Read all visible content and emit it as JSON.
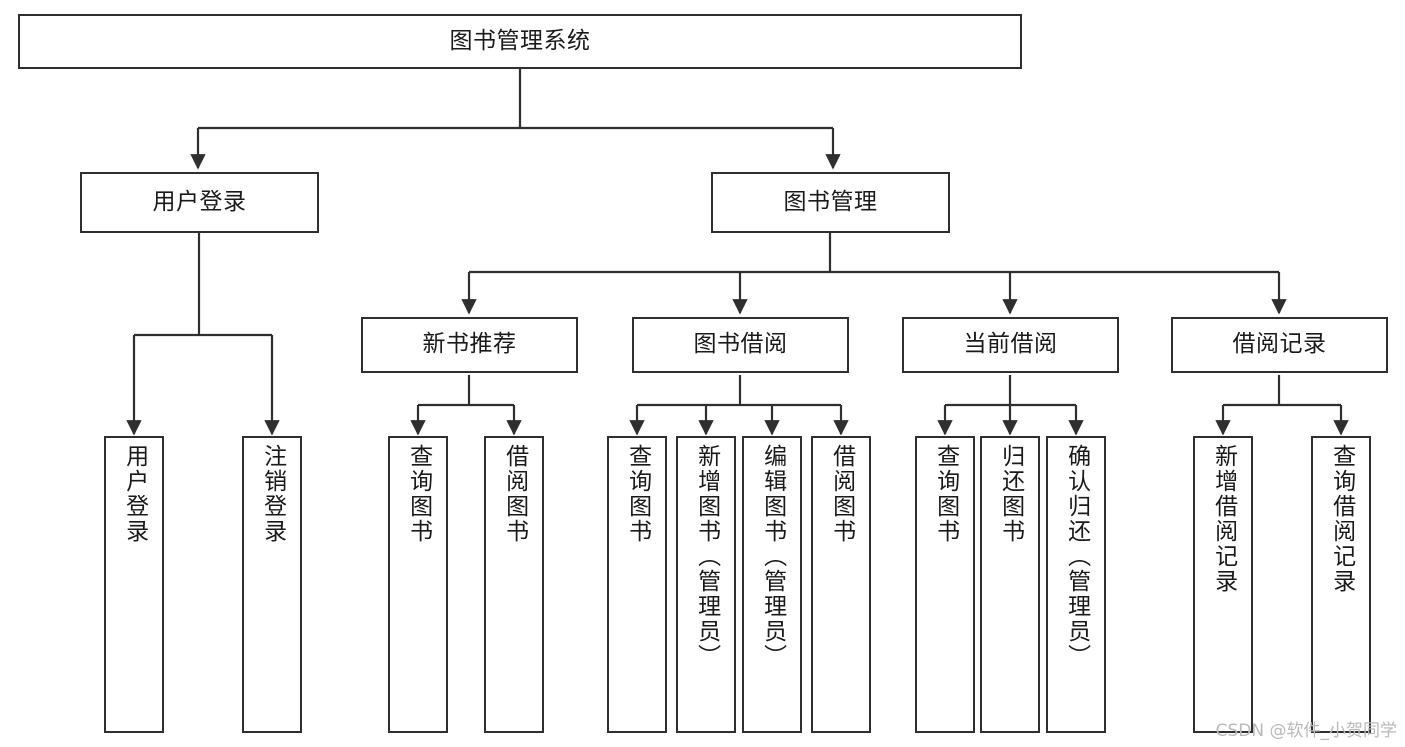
{
  "diagram": {
    "type": "tree-hierarchy-diagram",
    "title": "图书管理系统",
    "colors": {
      "stroke": "#2f2f2f",
      "fill": "#ffffff",
      "text": "#1a1a1a",
      "watermark": "#b9b9b9"
    },
    "root": {
      "label": "图书管理系统"
    },
    "level2": [
      {
        "label": "用户登录"
      },
      {
        "label": "图书管理"
      }
    ],
    "level3": [
      {
        "label": "新书推荐"
      },
      {
        "label": "图书借阅"
      },
      {
        "label": "当前借阅"
      },
      {
        "label": "借阅记录"
      }
    ],
    "leaves": {
      "user_login": [
        {
          "label": "用户登录"
        },
        {
          "label": "注销登录"
        }
      ],
      "new_book_recommend": [
        {
          "label": "查询图书"
        },
        {
          "label": "借阅图书"
        }
      ],
      "book_borrow": [
        {
          "label": "查询图书"
        },
        {
          "label": "新增图书（管理员）"
        },
        {
          "label": "编辑图书（管理员）"
        },
        {
          "label": "借阅图书"
        }
      ],
      "current_borrow": [
        {
          "label": "查询图书"
        },
        {
          "label": "归还图书"
        },
        {
          "label": "确认归还（管理员）"
        }
      ],
      "borrow_record": [
        {
          "label": "新增借阅记录"
        },
        {
          "label": "查询借阅记录"
        }
      ]
    }
  },
  "watermark": {
    "text": "CSDN @软件_小贺同学"
  }
}
